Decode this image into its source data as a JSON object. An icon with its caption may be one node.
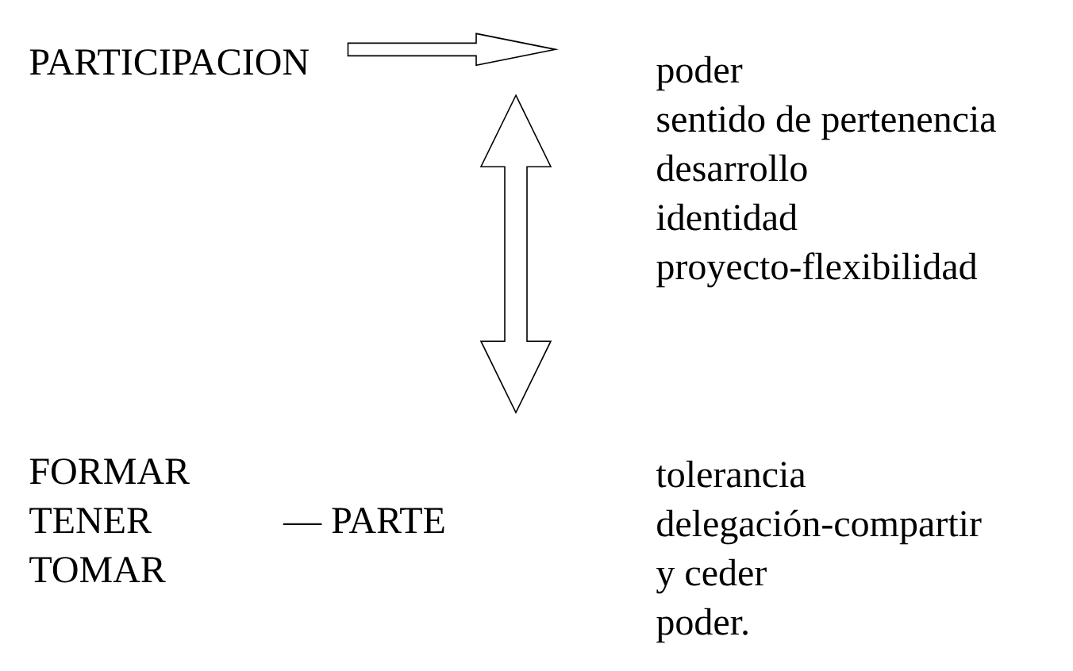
{
  "diagram": {
    "nodes": [
      {
        "text": [
          "PARTICIPACION"
        ]
      },
      {
        "text": [
          "poder",
          "sentido de pertenencia",
          "desarrollo",
          "identidad",
          "proyecto-flexibilidad"
        ]
      },
      {
        "text": [
          "FORMAR",
          "TENER",
          "TOMAR",
          "— PARTE"
        ]
      },
      {
        "text": [
          "tolerancia",
          "delegación-compartir",
          "y ceder",
          "poder."
        ]
      }
    ],
    "edges": [
      {
        "from": 0,
        "to": 1,
        "arrow": "to"
      },
      {
        "from": 1,
        "to": 3,
        "arrow": "both"
      }
    ]
  }
}
